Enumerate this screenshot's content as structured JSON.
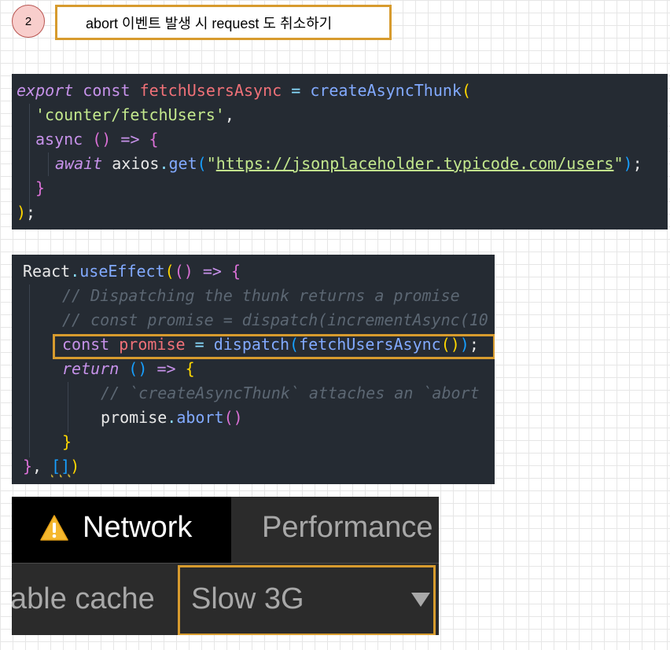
{
  "step": {
    "number": "2",
    "title": "abort 이벤트 발생 시 request 도 취소하기"
  },
  "code_block_1": {
    "lines": [
      [
        "export",
        " ",
        "const",
        " ",
        "fetchUsersAsync",
        " = ",
        "createAsyncThunk",
        "("
      ],
      [
        "'counter/fetchUsers'",
        ","
      ],
      [
        "async",
        " ",
        "()",
        " ",
        "=>",
        " ",
        "{"
      ],
      [
        "await",
        " axios",
        ".",
        "get",
        "(",
        "\"",
        "https://jsonplaceholder.typicode.com/users",
        "\"",
        ")",
        ";"
      ],
      [
        "}"
      ],
      [
        ")",
        ";"
      ]
    ]
  },
  "code_block_2": {
    "lines": [
      [
        "React",
        ".",
        "useEffect",
        "(",
        "()",
        " ",
        "=>",
        " ",
        "{"
      ],
      [
        "// Dispatching the thunk returns a promise"
      ],
      [
        "// const promise = dispatch(incrementAsync(10"
      ],
      [
        "const",
        " ",
        "promise",
        " ",
        "=",
        " ",
        "dispatch",
        "(",
        "fetchUsersAsync",
        "()",
        ")",
        ";"
      ],
      [
        "return",
        " ",
        "()",
        " ",
        "=>",
        " ",
        "{"
      ],
      [
        "// `createAsyncThunk` attaches an `abort"
      ],
      [
        "promise",
        ".",
        "abort",
        "()"
      ],
      [
        "}"
      ],
      [
        "}",
        ",",
        " ",
        "[]",
        ")"
      ]
    ]
  },
  "devtools": {
    "active_tab": "Network",
    "other_tab": "Performance",
    "cache_label": "able cache",
    "throttle_value": "Slow 3G",
    "warning_icon": "warning-icon"
  },
  "colors": {
    "highlight_border": "#d79b2e",
    "badge_fill": "#f8cecc",
    "code_background": "#252b33"
  }
}
